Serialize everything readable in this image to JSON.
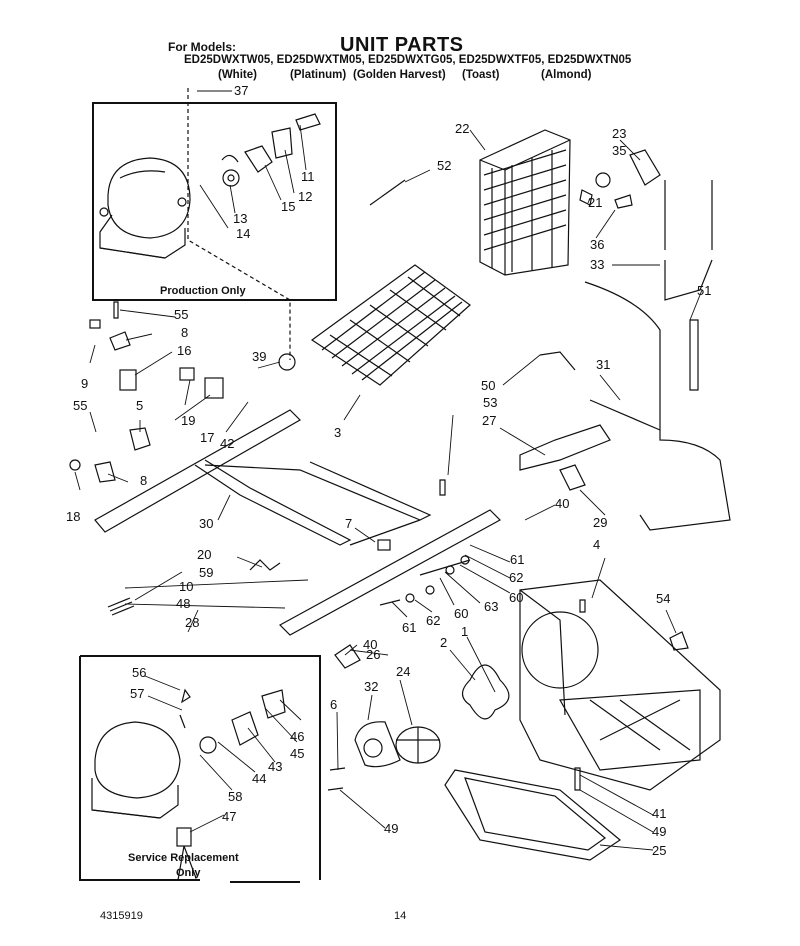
{
  "header": {
    "title": "UNIT PARTS",
    "for_models": "For Models:",
    "models": "ED25DWXTW05, ED25DWXTM05, ED25DWXTG05, ED25DWXTF05, ED25DWXTN05",
    "colors": [
      "(White)",
      "(Platinum)",
      "(Golden Harvest)",
      "(Toast)",
      "(Almond)"
    ]
  },
  "boxes": {
    "production": "Production Only",
    "service_line1": "Service Replacement",
    "service_line2": "Only"
  },
  "callouts": [
    "37",
    "22",
    "23",
    "35",
    "52",
    "11",
    "12",
    "15",
    "13",
    "14",
    "21",
    "36",
    "33",
    "51",
    "55",
    "8",
    "16",
    "39",
    "9",
    "19",
    "17",
    "42",
    "5",
    "55",
    "3",
    "50",
    "53",
    "31",
    "27",
    "18",
    "8",
    "30",
    "7",
    "40",
    "29",
    "20",
    "59",
    "10",
    "48",
    "28",
    "61",
    "62",
    "63",
    "60",
    "60",
    "62",
    "61",
    "4",
    "54",
    "40",
    "26",
    "2",
    "1",
    "32",
    "24",
    "56",
    "57",
    "6",
    "46",
    "45",
    "43",
    "44",
    "58",
    "47",
    "49",
    "41",
    "49",
    "25"
  ],
  "footer": {
    "doc_number": "4315919",
    "page_number": "14"
  }
}
